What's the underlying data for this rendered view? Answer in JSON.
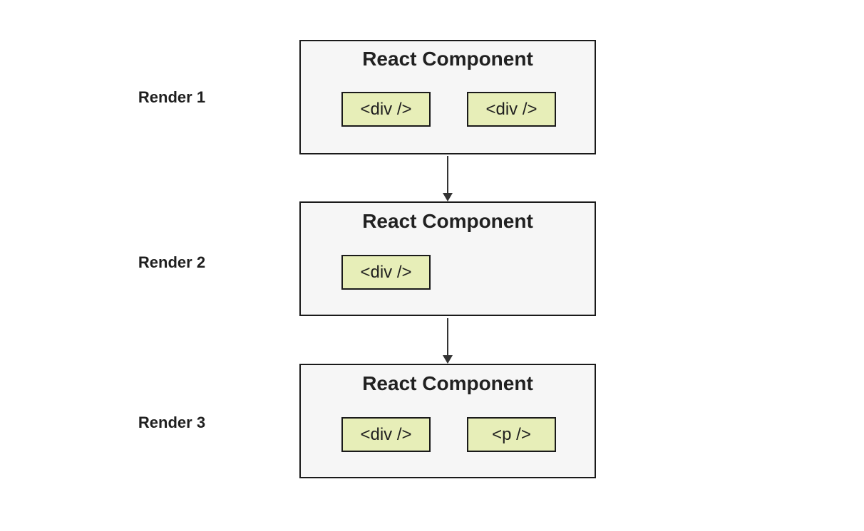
{
  "diagram": {
    "description": "Three successive renders of a React component tree",
    "renders": [
      {
        "label": "Render 1",
        "title": "React Component",
        "elements": [
          "<div />",
          "<div />"
        ]
      },
      {
        "label": "Render 2",
        "title": "React Component",
        "elements": [
          "<div />"
        ]
      },
      {
        "label": "Render 3",
        "title": "React Component",
        "elements": [
          "<div />",
          "<p />"
        ]
      }
    ],
    "colors": {
      "background": "#ffffff",
      "component_box_fill": "#f6f6f6",
      "component_box_border": "#1a1a1a",
      "element_fill": "#e7eeb8",
      "element_border": "#1a1a1a",
      "arrow": "#333333",
      "text": "#1f1f1f"
    }
  }
}
